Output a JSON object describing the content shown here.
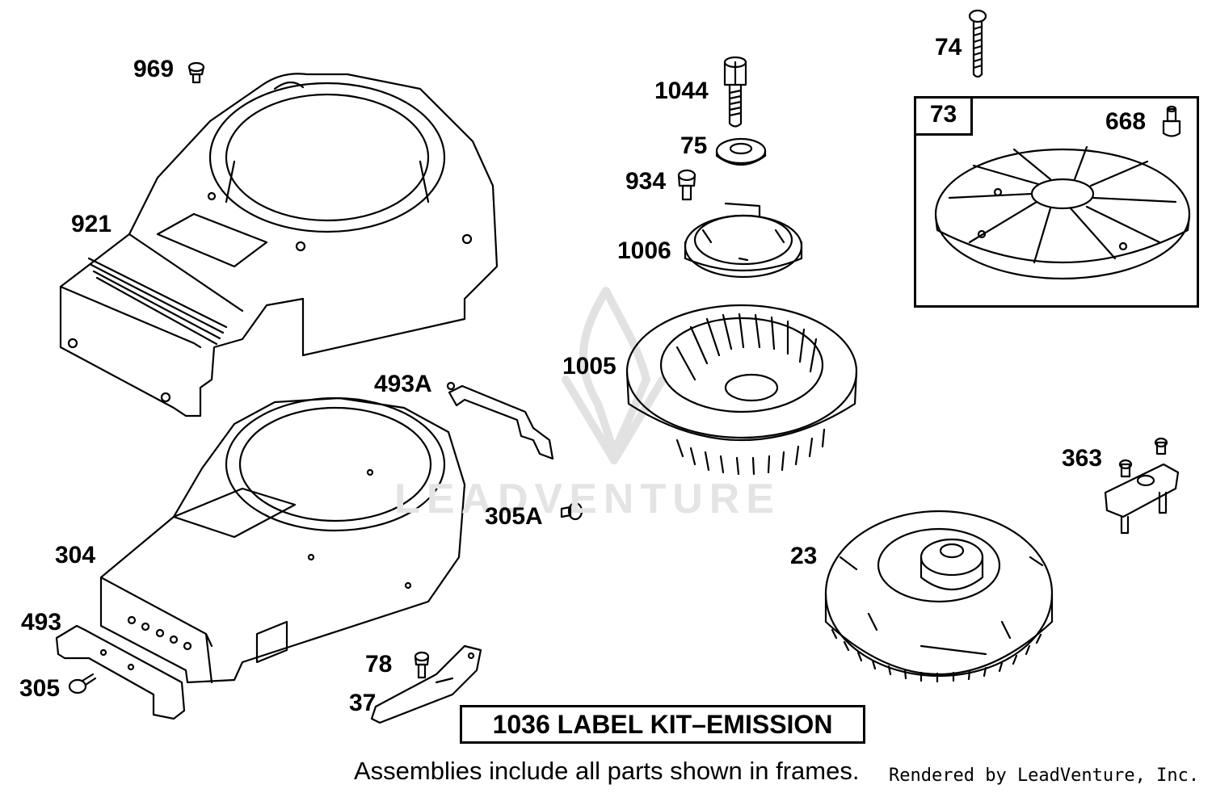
{
  "part_labels": {
    "p969": "969",
    "p921": "921",
    "p304": "304",
    "p493": "493",
    "p305": "305",
    "p493A": "493A",
    "p305A": "305A",
    "p78": "78",
    "p37": "37",
    "p1044": "1044",
    "p75": "75",
    "p934": "934",
    "p1006": "1006",
    "p1005": "1005",
    "p74": "74",
    "p73": "73",
    "p668": "668",
    "p363": "363",
    "p23": "23"
  },
  "kit_label": "1036 LABEL KIT–EMISSION",
  "footnote": "Assemblies include all parts shown in frames.",
  "credit": "Rendered by LeadVenture, Inc.",
  "watermark": "LEADVENTURE"
}
